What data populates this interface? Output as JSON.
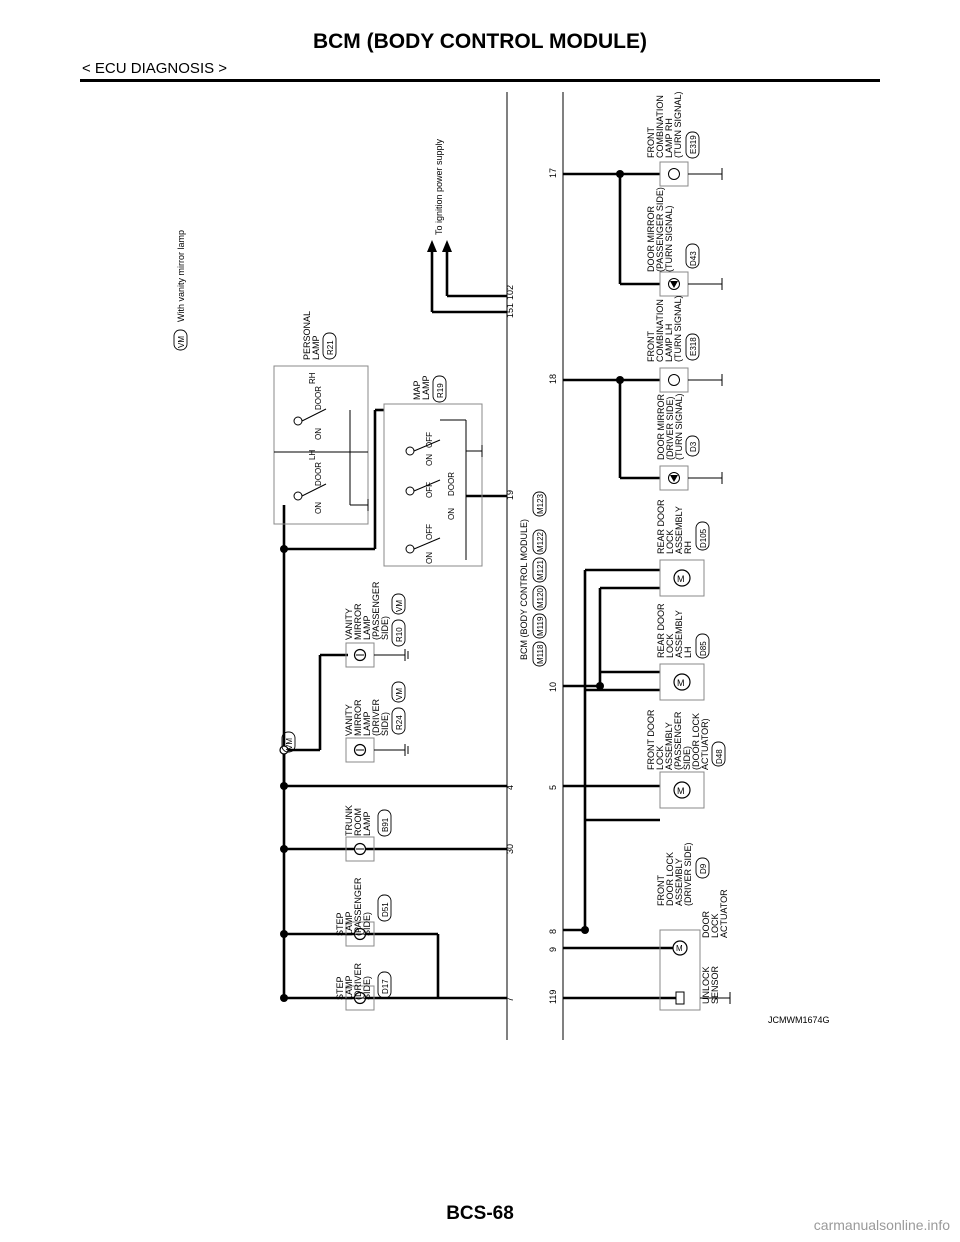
{
  "header": {
    "title": "BCM (BODY CONTROL MODULE)",
    "section": "< ECU DIAGNOSIS >"
  },
  "footer": {
    "page_number": "BCS-68",
    "watermark": "carmanualsonline.info"
  },
  "diagram": {
    "figure_id": "JCMWM1674G",
    "legend": {
      "badge": "VM",
      "text": "With vanity mirror lamp"
    },
    "ignition_note": "To ignition power supply",
    "bcm_label": "BCM (BODY CONTROL MODULE)",
    "bcm_connectors": [
      "M118",
      "M119",
      "M120",
      "M121",
      "M122",
      "M123"
    ],
    "terminals": {
      "t7": "7",
      "t30": "30",
      "t4": "4",
      "t19": "19",
      "t151": "151",
      "t102": "102",
      "t119": "119",
      "t9": "9",
      "t8": "8",
      "t5": "5",
      "t10": "10",
      "t18": "18",
      "t17": "17"
    },
    "switch_labels": {
      "on": "ON",
      "off": "OFF",
      "door": "DOOR",
      "lh": "LH",
      "rh": "RH"
    },
    "upper_components": [
      {
        "lines": [
          "STEP",
          "LAMP",
          "(DRIVER",
          "SIDE)"
        ],
        "connector": "D17"
      },
      {
        "lines": [
          "STEP",
          "LAMP",
          "(PASSENGER",
          "SIDE)"
        ],
        "connector": "D51"
      },
      {
        "lines": [
          "TRUNK",
          "ROOM",
          "LAMP"
        ],
        "connector": "B91"
      },
      {
        "lines": [
          "VANITY",
          "MIRROR",
          "LAMP",
          "(DRIVER",
          "SIDE)"
        ],
        "connector": "R24",
        "badge": "VM"
      },
      {
        "lines": [
          "VANITY",
          "MIRROR",
          "LAMP",
          "(PASSENGER",
          "SIDE)"
        ],
        "connector": "R10",
        "badge": "VM"
      },
      {
        "lines": [
          "MAP",
          "LAMP"
        ],
        "connector": "R19"
      },
      {
        "lines": [
          "PERSONAL",
          "LAMP"
        ],
        "connector": "R21"
      }
    ],
    "lower_components": [
      {
        "lines": [
          "FRONT",
          "DOOR LOCK",
          "ASSEMBLY",
          "(DRIVER SIDE)"
        ],
        "connector": "D9",
        "sub_a": [
          "UNLOCK",
          "SENSOR"
        ],
        "sub_b": [
          "DOOR",
          "LOCK",
          "ACTUATOR"
        ]
      },
      {
        "lines": [
          "FRONT DOOR",
          "LOCK",
          "ASSEMBLY",
          "(PASSENGER",
          "SIDE)",
          "(DOOR LOCK",
          "ACTUATOR)"
        ],
        "connector": "D48"
      },
      {
        "lines": [
          "REAR DOOR",
          "LOCK",
          "ASSEMBLY",
          "LH"
        ],
        "connector": "D85"
      },
      {
        "lines": [
          "REAR DOOR",
          "LOCK",
          "ASSEMBLY",
          "RH"
        ],
        "connector": "D105"
      },
      {
        "lines": [
          "DOOR MIRROR",
          "(DRIVER SIDE)",
          "(TURN SIGNAL)"
        ],
        "connector": "D3"
      },
      {
        "lines": [
          "FRONT",
          "COMBINATION",
          "LAMP LH",
          "(TURN SIGNAL)"
        ],
        "connector": "E318"
      },
      {
        "lines": [
          "DOOR MIRROR",
          "(PASSENGER SIDE)",
          "(TURN SIGNAL)"
        ],
        "connector": "D43"
      },
      {
        "lines": [
          "FRONT",
          "COMBINATION",
          "LAMP RH",
          "(TURN SIGNAL)"
        ],
        "connector": "E319"
      }
    ]
  }
}
